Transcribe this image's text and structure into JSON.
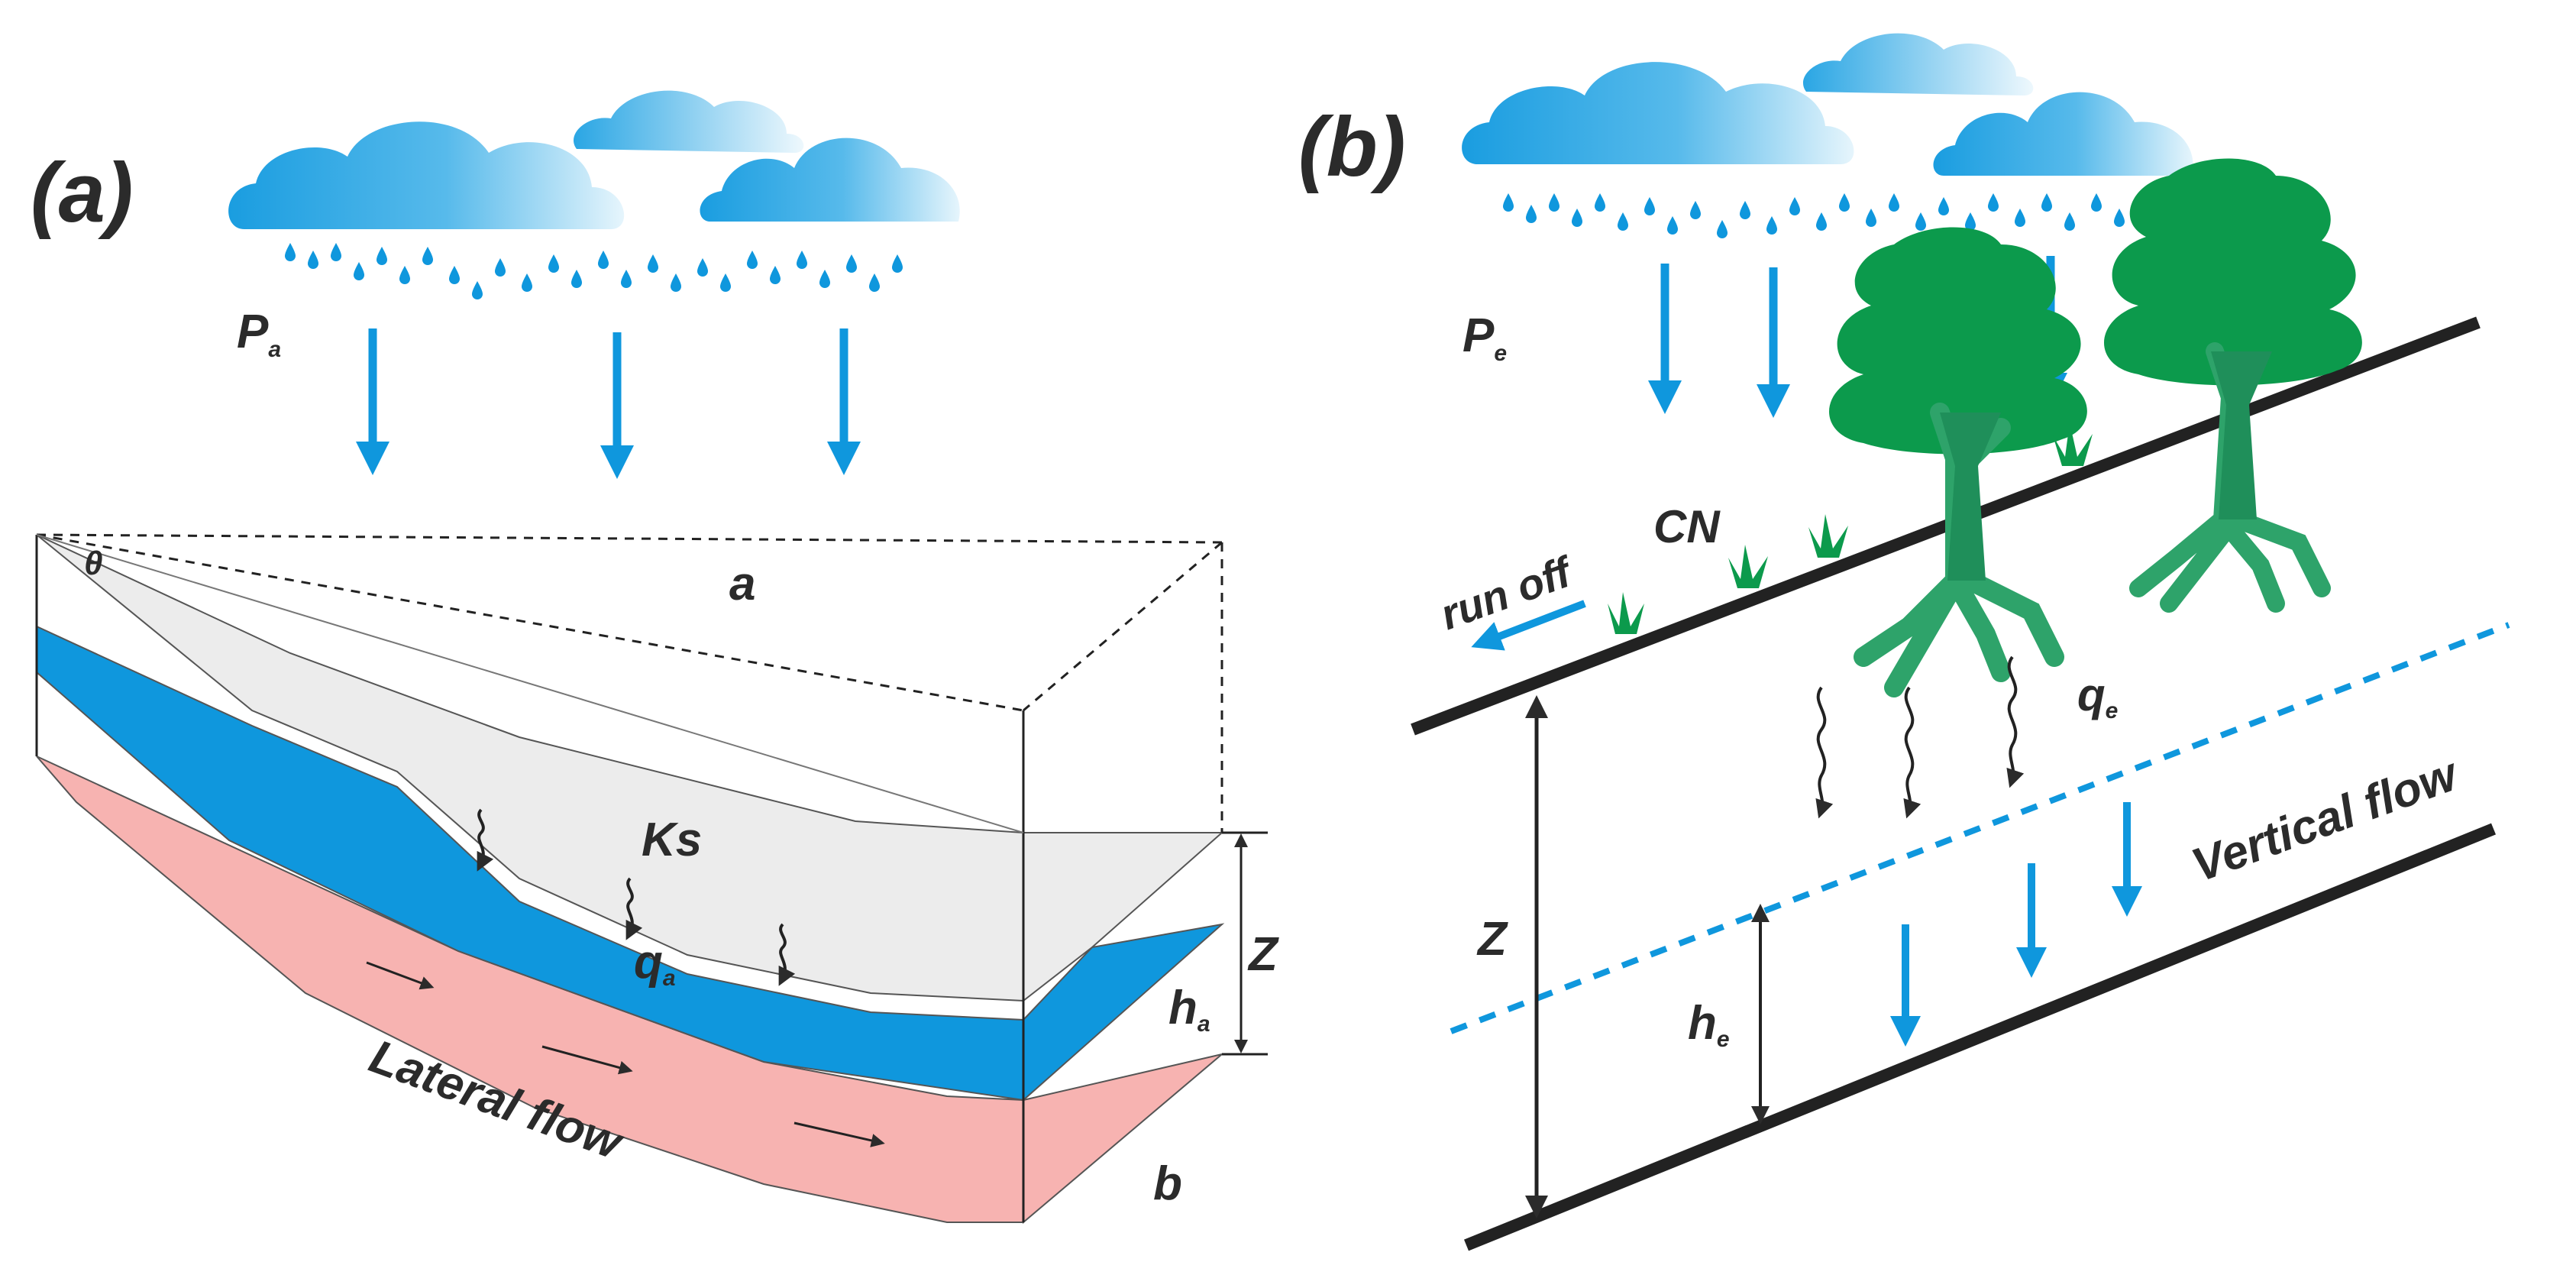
{
  "panel_a": {
    "tag": "(a)",
    "precip_label": "P",
    "precip_sub": "a",
    "theta_label": "θ",
    "dim_a": "a",
    "ks_label": "Ks",
    "flux_label": "q",
    "flux_sub": "a",
    "depth_label": "Z",
    "head_label": "h",
    "head_sub": "a",
    "dim_b": "b",
    "lateral_label": "Lateral flow"
  },
  "panel_b": {
    "tag": "(b)",
    "precip_label": "P",
    "precip_sub": "e",
    "cn_label": "CN",
    "runoff_label": "run off",
    "flux_label": "q",
    "flux_sub": "e",
    "vertical_label": "Vertical flow",
    "depth_label": "Z",
    "head_label": "h",
    "head_sub": "e"
  },
  "colors": {
    "water": "#0f97dd",
    "cloud_light": "#cde9f8",
    "soil_grey": "#ececec",
    "lateral_pink": "#f7b3b1",
    "tree": "#0c9a4c",
    "ink": "#2b2b2b"
  },
  "icons": {
    "cloud": "cloud-icon",
    "raindrop": "raindrop-icon",
    "tree": "tree-icon",
    "grass": "grass-tuft-icon"
  }
}
